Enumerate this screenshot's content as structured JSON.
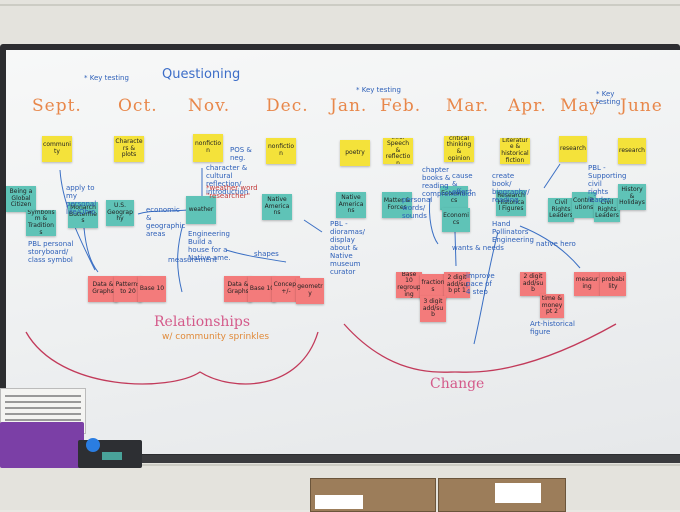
{
  "months": [
    "Sept.",
    "Oct.",
    "Nov.",
    "Dec.",
    "Jan.",
    "Feb.",
    "Mar.",
    "Apr.",
    "May",
    "June"
  ],
  "top_notes": {
    "key_testing_1": "* Key testing",
    "questioning": "Questioning",
    "key_testing_2": "* Key testing",
    "key_testing_3": "* Key testing"
  },
  "yellow_notes": [
    "community",
    "Characters & plots",
    "nonfiction",
    "nonfiction",
    "poetry",
    "Info. Speech & reflection",
    "critical thinking & opinion",
    "Literature & historical fiction",
    "research",
    "research"
  ],
  "teal_notes": [
    "Being a Global Citizen",
    "Symbolism & Traditions",
    "Monarch Butterflies",
    "U.S. Geography",
    "weather",
    "Native Americans",
    "Native Americans",
    "Matter & Forces",
    "Economics",
    "Economics",
    "Research Historical Figures",
    "Civil Rights Leaders",
    "Contributions",
    "Civil Rights Leaders",
    "History & Holidays"
  ],
  "pink_notes": [
    "Data & Graphs",
    "Patterns to 20",
    "Base 10",
    "Data & Graphs",
    "Base 10",
    "Concept +/-",
    "geometry",
    "Base 10 regrouping",
    "fractions",
    "2 digit add/sub pt 1",
    "3 digit add/sub",
    "2 digit add/sub",
    "time & money pt 2",
    "measuring",
    "probability"
  ],
  "annotations": {
    "pbl_1": "PBL personal storyboard/ class symbol",
    "apply": "apply to my personal life/Ohio",
    "economics_note": "economic & geographic areas",
    "pos_neg": "POS & neg.",
    "character": "character & cultural reflection/ introduction",
    "weather_word": "*weather word \"researcher\"",
    "engineering_1": "Engineering Build a house for a Native ame.",
    "shapes": "shapes",
    "measurement": "measurement",
    "pbl_2": "PBL - dioramas/ display about & Native museum curator",
    "personal_words": "personal words/ sounds",
    "chapter": "chapter books & reading comprehension",
    "cause": "cause & effect",
    "wants": "wants & needs",
    "create_book": "create book/ biography/ reading",
    "hand_engineering": "Hand Pollinators Engineering",
    "native_hero": "native hero",
    "pbl_3": "PBL - Supporting civil rights leader",
    "art_historical": "Art-historical figure",
    "improve": "improve pace of 4 step",
    "relationships": "Relationships",
    "community_sprinkles": "w/ community sprinkles",
    "change": "Change"
  }
}
